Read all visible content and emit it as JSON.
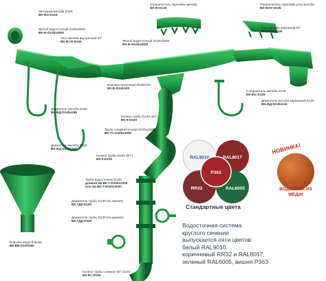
{
  "labels": {
    "end_cap": {
      "name": "Заглушка желоба D125",
      "code": "ВК-ЖЗ-D125"
    },
    "splash_guard": {
      "name": "Ограничитель перелива желоба",
      "code": "ВК-Ж-D125"
    },
    "corner_splash_guard": {
      "name": "Ограничитель перелива угла желоба",
      "code": "ВК-ЖОУ-D125"
    },
    "gutter_3000": {
      "name": "Желоб водосточный D125х3000",
      "code": "ВК-Ж-D125х3000"
    },
    "inner_corner": {
      "name": "Угол желоба внутренний 90°",
      "code": "ВК-ЖУН-D125"
    },
    "gutter_3000b": {
      "name": "Желоб водосточный D125х3000",
      "code": "ВК-Ж-D125х3000"
    },
    "outer_corner": {
      "name": "Угол желоба наружный 90°",
      "code": "ВК-ЖУВ-D125"
    },
    "outlet": {
      "name": "Воронка выпускная D125/100",
      "code": "ВК-В-D125/100"
    },
    "bracket_eave": {
      "name": "Держатель желоба D125",
      "code": "ВК-ЖД-D125х288"
    },
    "connector": {
      "name": "Соединитель желоба D125",
      "code": "ВК-ЖС-D125"
    },
    "bracket_frontal": {
      "name": "Держатель желоба карнизный D125",
      "code": "ВК-ЖД-D125х132"
    },
    "elbow_60_top": {
      "name": "Колено трубы D100 (60°)",
      "code": "ВК-К-D100"
    },
    "pipe_connector": {
      "name": "Труба соединительная D100х1000",
      "code": "ВК-ТС-D100х1000"
    },
    "bracket_320": {
      "name": "Держатель желоба D125",
      "code": "ВК-ЖД-D125х320"
    },
    "elbow_60_mid": {
      "name": "Колено трубы D100 (60°)",
      "code": "ВК-К-D100"
    },
    "downpipe": {
      "name": "Труба водосточная D100",
      "code": "длиной 2м ВК-Т-D100х2000"
    },
    "downpipe_code2": "или 3м ВК-Т-D100х3000",
    "holder_brick": {
      "name": "Держатель трубы D100 (на кирпич)",
      "code": "ВК-ТДК-D100"
    },
    "holder_wood": {
      "name": "Держатель трубы D100 (на дерево)",
      "code": "ВК-ТДД-D100"
    },
    "funnel": {
      "name": "Воронка водосборная",
      "code": "ВК-ВВ-D100/300"
    },
    "outlet_elbow": {
      "name": "Колено трубы сливное 60° D100",
      "code": "ВК-КС-D100"
    }
  },
  "colors_title": "Стандартные цвета",
  "swatches": [
    {
      "label": "RAL9010",
      "color": "#f3f3f1",
      "text": "#333333"
    },
    {
      "label": "RAL8017",
      "color": "#6a3a26",
      "text": "#ffffff"
    },
    {
      "label": "P363",
      "color": "#8e2a2c",
      "text": "#ffffff"
    },
    {
      "label": "RR32",
      "color": "#4b2d28",
      "text": "#ffffff"
    },
    {
      "label": "RAL6005",
      "color": "#1f5c38",
      "text": "#ffffff"
    }
  ],
  "badge_new": "НОВИНКА!",
  "badge_copper": [
    "ВОДОСТОК ИЗ",
    "МЕДИ!"
  ],
  "caption": [
    "Водосточная система",
    "круглого сечения",
    "выпускается пяти цветов:",
    "белый RAL9010,",
    "коричневый RR32 и RAL8017,",
    "зеленый RAL6005, вишня P363"
  ],
  "accent_colors": {
    "product_green": "#1f9a45",
    "product_dark": "#0f5e2a",
    "label_red": "#c52a14",
    "copper": "#c05b21"
  }
}
